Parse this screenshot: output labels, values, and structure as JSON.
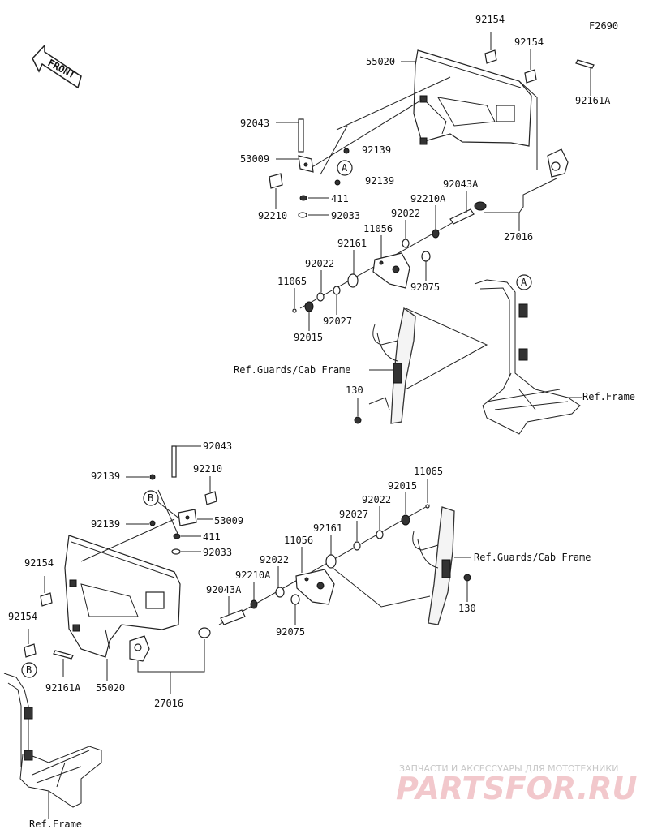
{
  "diagram_code": "F2690",
  "front_label": "FRONT",
  "ref_labels": {
    "guards_cab_frame": "Ref.Guards/Cab Frame",
    "frame": "Ref.Frame"
  },
  "circle_refs": {
    "a": "A",
    "b": "B"
  },
  "parts": {
    "p92154": "92154",
    "p55020": "55020",
    "p92161A": "92161A",
    "p92043": "92043",
    "p92139": "92139",
    "p53009": "53009",
    "p411": "411",
    "p92033": "92033",
    "p92210": "92210",
    "p92043A": "92043A",
    "p92210A": "92210A",
    "p92022": "92022",
    "p11056": "11056",
    "p27016": "27016",
    "p92161": "92161",
    "p11065": "11065",
    "p92075": "92075",
    "p92027": "92027",
    "p92015": "92015",
    "p130": "130"
  },
  "watermark": {
    "tagline": "ЗАПЧАСТИ И АКСЕССУАРЫ ДЛЯ МОТОТЕХНИКИ",
    "brand": "PARTSFOR.RU"
  }
}
